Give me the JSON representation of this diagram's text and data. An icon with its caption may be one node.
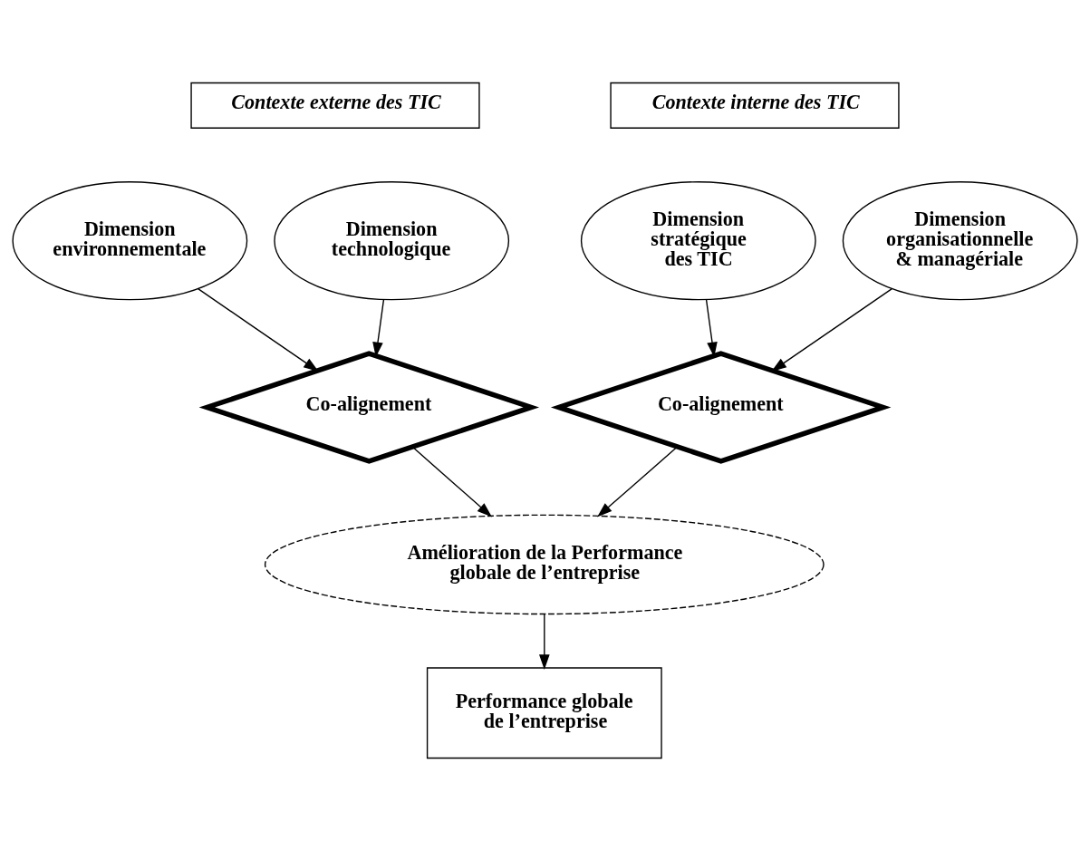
{
  "diagram": {
    "nodes": [
      {
        "text": [
          "Contexte externe des TIC"
        ]
      },
      {
        "text": [
          "Contexte interne des TIC"
        ]
      },
      {
        "text": [
          "Dimension environnementale"
        ]
      },
      {
        "text": [
          "Dimension technologique"
        ]
      },
      {
        "text": [
          "Dimension stratégique des TIC"
        ]
      },
      {
        "text": [
          "Dimension organisationnelle & managériale"
        ]
      },
      {
        "text": [
          "Co-alignement"
        ]
      },
      {
        "text": [
          "Co-alignement"
        ]
      },
      {
        "text": [
          "Amélioration de la Performance globale de l’entreprise"
        ]
      },
      {
        "text": [
          "Performance globale de l’entreprise"
        ]
      }
    ],
    "edges": [
      {
        "from": 2,
        "to": 6,
        "arrow": "to"
      },
      {
        "from": 3,
        "to": 6,
        "arrow": "to"
      },
      {
        "from": 4,
        "to": 7,
        "arrow": "to"
      },
      {
        "from": 5,
        "to": 7,
        "arrow": "to"
      },
      {
        "from": 6,
        "to": 8,
        "arrow": "to"
      },
      {
        "from": 7,
        "to": 8,
        "arrow": "to"
      },
      {
        "from": 8,
        "to": 9,
        "arrow": "to"
      }
    ]
  }
}
